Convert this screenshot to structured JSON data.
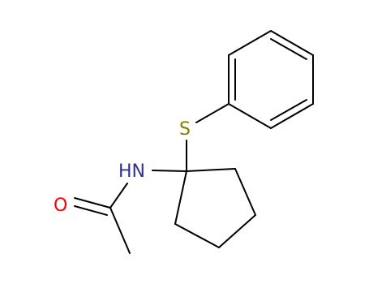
{
  "molecule": {
    "atoms": {
      "sulfur": {
        "symbol": "S",
        "color": "#808000"
      },
      "nitrogen": {
        "symbol": "HN",
        "color": "#30309a"
      },
      "oxygen": {
        "symbol": "O",
        "color": "#ff0000"
      }
    },
    "bond_color": "#000000"
  }
}
